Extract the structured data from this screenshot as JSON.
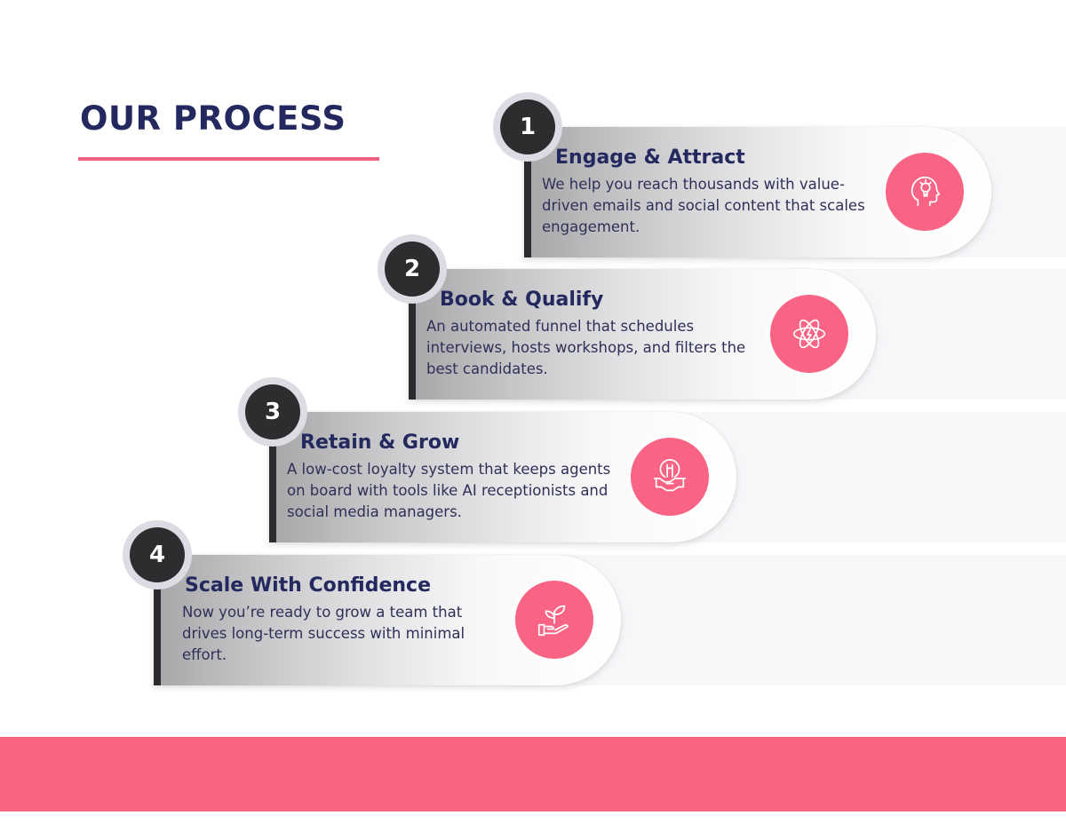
{
  "heading": "OUR PROCESS",
  "colors": {
    "accent": "#f8637f",
    "navy": "#23285e",
    "dark": "#2d2d30"
  },
  "steps": [
    {
      "number": "1",
      "title": "Engage & Attract",
      "description": "We help you reach thousands with value-driven emails and social content that scales engagement.",
      "icon": "head-lightbulb-icon"
    },
    {
      "number": "2",
      "title": "Book & Qualify",
      "description": "An automated funnel that schedules interviews, hosts workshops, and filters the best candidates.",
      "icon": "atom-icon"
    },
    {
      "number": "3",
      "title": "Retain & Grow",
      "description": "A low-cost loyalty system that keeps agents on board with tools like AI receptionists and social media managers.",
      "icon": "lightbulb-handshake-icon"
    },
    {
      "number": "4",
      "title": "Scale With Confidence",
      "description": "Now you’re ready to grow a team that drives long-term success with minimal effort.",
      "icon": "hand-plant-icon"
    }
  ]
}
